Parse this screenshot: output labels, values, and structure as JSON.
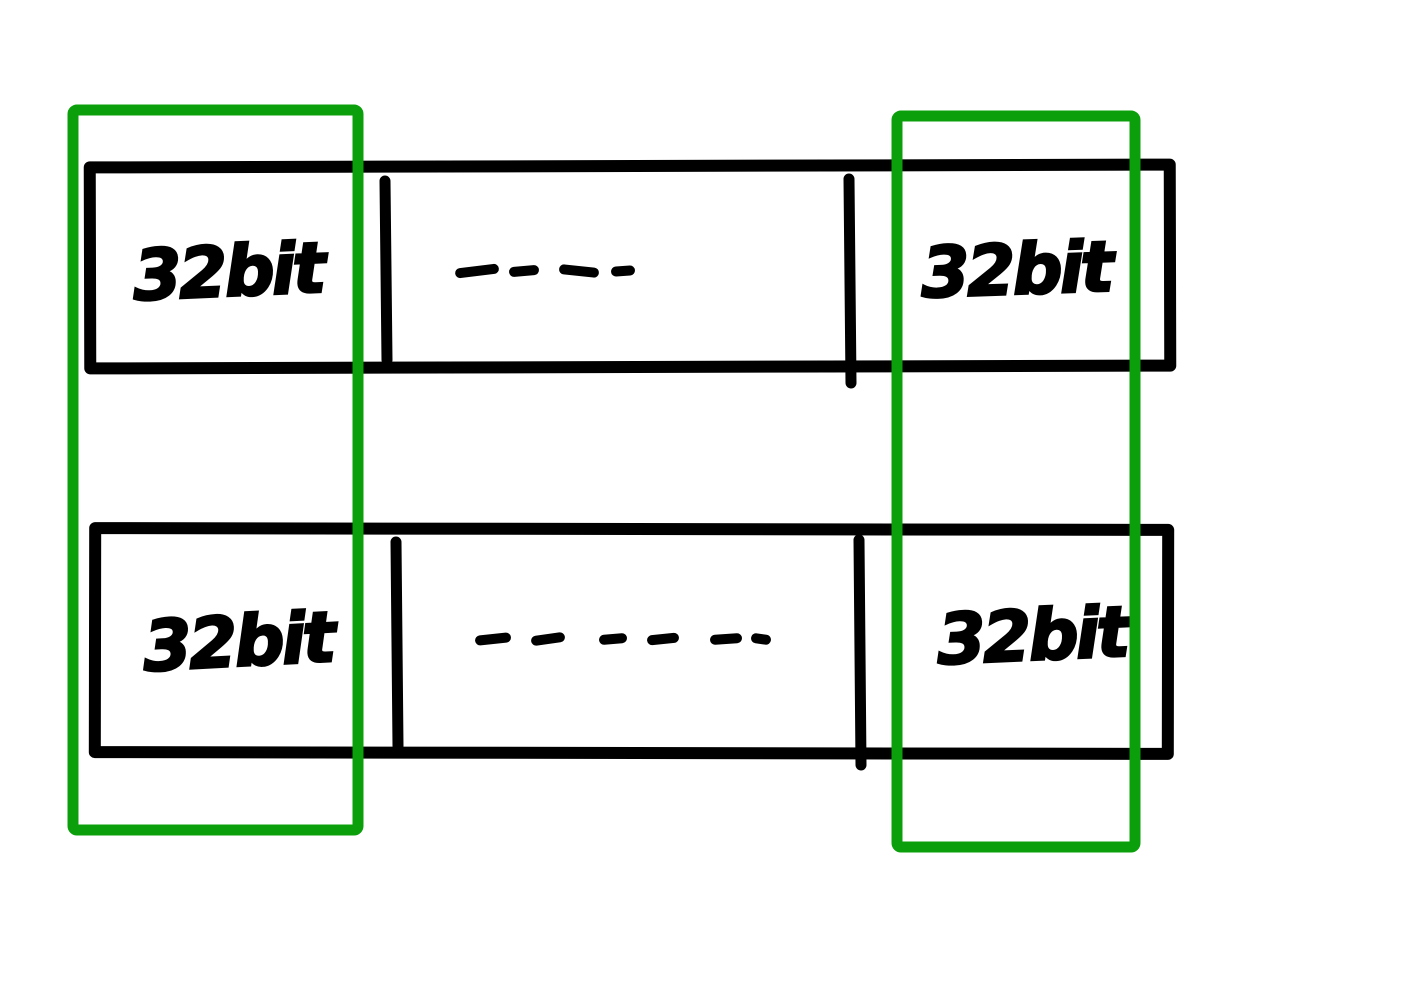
{
  "diagram": {
    "colors": {
      "ink": "#000000",
      "highlight": "#0ba00b",
      "background": "#ffffff"
    },
    "rows": [
      {
        "left_label": "32bit",
        "right_label": "32bit",
        "middle_ellipsis_dashes": 4
      },
      {
        "left_label": "32bit",
        "right_label": "32bit",
        "middle_ellipsis_dashes": 6
      }
    ],
    "highlights": [
      {
        "side": "left"
      },
      {
        "side": "right"
      }
    ]
  }
}
